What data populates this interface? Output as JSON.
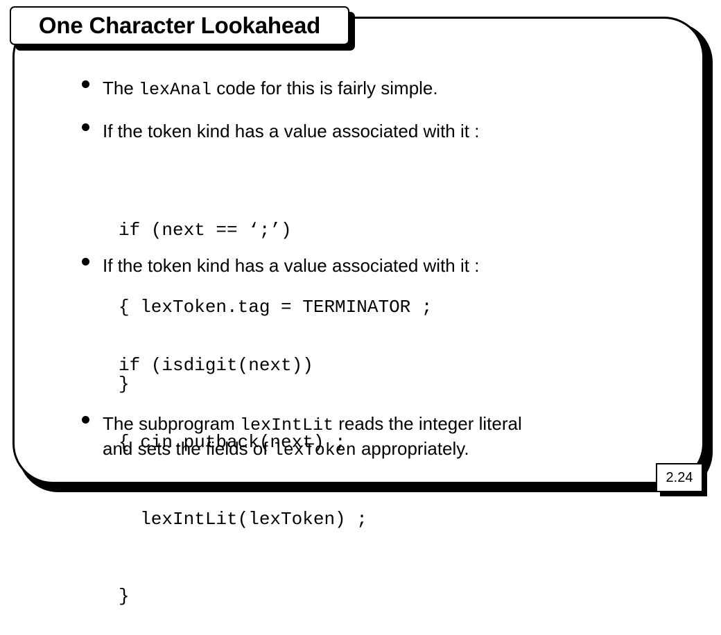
{
  "title": "One Character Lookahead",
  "bullets": [
    {
      "before": "The ",
      "code": "lexAnal",
      "after": " code for this is fairly simple."
    },
    {
      "text": "If the token kind has a value associated with it :"
    },
    {
      "text": "If the token kind has a value associated with it :"
    },
    {
      "line1_before": "The subprogram ",
      "line1_code": "lexIntLit",
      "line1_after": " reads the integer literal",
      "line2_before": "and sets the fields of ",
      "line2_code": "lexToken",
      "line2_after": " appropriately."
    }
  ],
  "code_blocks": [
    [
      "if (next == ‘;’)",
      "{ lexToken.tag = TERMINATOR ;",
      "}"
    ],
    [
      "if (isdigit(next))",
      "{ cin.putback(next) ;",
      "  lexIntLit(lexToken) ;",
      "}"
    ]
  ],
  "page_number": "2.24"
}
